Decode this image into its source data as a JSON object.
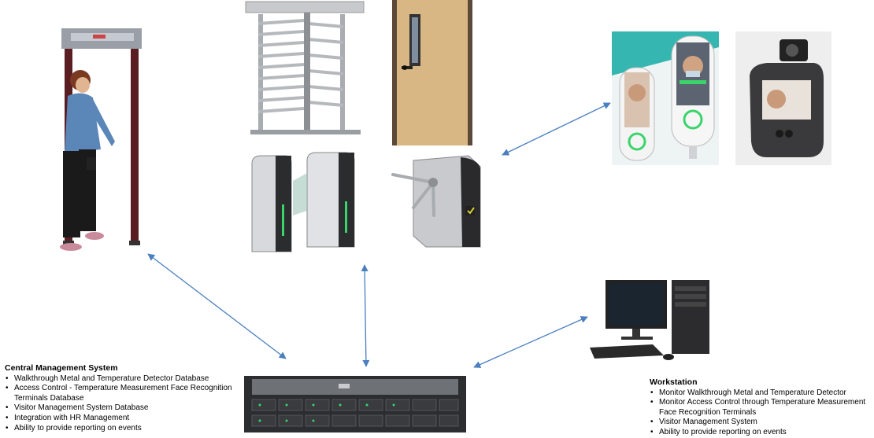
{
  "central": {
    "title": "Central Management System",
    "items": [
      "Walkthrough Metal and Temperature Detector Database",
      "Access Control - Temperature Measurement Face Recognition Terminals Database",
      "Visitor Management System Database",
      "Integration with HR Management",
      "Ability to provide reporting on events"
    ]
  },
  "workstation": {
    "title": "Workstation",
    "items": [
      "Monitor Walkthrough Metal and Temperature Detector",
      "Monitor Access Control through Temperature Measurement Face Recognition Terminals",
      "Visitor Management System",
      "Ability to provide reporting on events"
    ]
  },
  "colors": {
    "connector": "#4a7fc0"
  }
}
